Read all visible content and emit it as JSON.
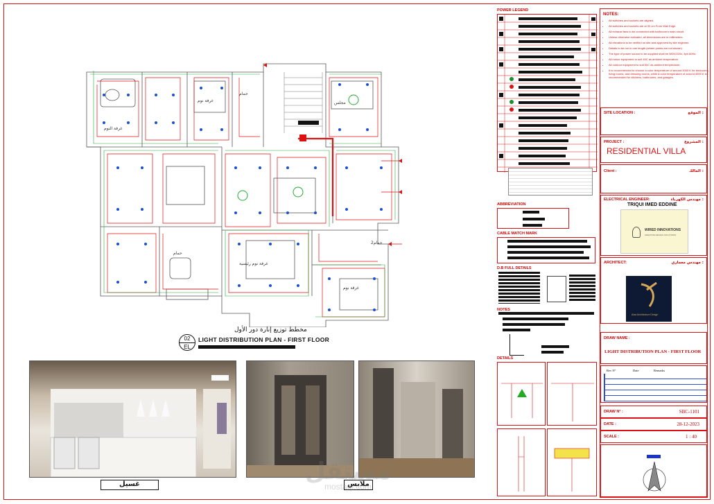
{
  "plan": {
    "title_ar": "مخطط توزيع إنارة دور الأول",
    "sheet_no": "02",
    "sheet_code": "EL",
    "title_en": "LIGHT DISTRIBUTION PLAN - FIRST FLOOR",
    "room_labels": [
      "غرفة النوم",
      "غرفة نوم",
      "حمام",
      "مجلس",
      "غرفة نوم رئيسية",
      "حمام",
      "غرفة نوم",
      "حمام2"
    ]
  },
  "photos": {
    "laundry_caption": "غسيل",
    "dressing_caption": "ملابس"
  },
  "legend": {
    "power_legend": "POWER LEGEND",
    "abbreviation": "ABBREVIATION",
    "cable_match_mark": "CABLE MATCH MARK",
    "db_full_details": "D.B FULL DETAILS",
    "notes": "NOTES",
    "details": "DETAILS"
  },
  "titleblock": {
    "notes_title": "NOTES:",
    "notes": [
      "All switches and sockets are aligned.",
      "All switches and sockets are at 30 cm From Wall Edge.",
      "All exhaust fans to be connected with bathroom's main circuit.",
      "Unless otherwise indicated, all dimensions are in millimeters.",
      "All elevations to be verified on site and approved by site engineer.",
      "Details to be run in one length (where points are not shown).",
      "The type of power source to be supplied shall be 380V/220v, 3ph 60Hz.",
      "All indoor equipment to suit 40C as ambient temperature.",
      "All outdoor equipment to suit 50C as ambient temperature.",
      "It is recommended to choose a color temperature of around 3000 K for bedrooms, living rooms, and dressing rooms, while a color temperature of around 4000 K is recommended for kitchens, bathrooms, and garages."
    ],
    "site_location": "SITE LOCATION :",
    "site_location_ar": "الموقع :",
    "project_label": "PROJECT :",
    "project_ar": "المشروع :",
    "project_name": "RESIDENTIAL VILLA",
    "client_label": "Client :",
    "client_ar": "المالك :",
    "electrical_engineer": "ELECTRICAL ENGINEER:",
    "electrical_engineer_ar": "مهندس الكهرباء :",
    "engineer_name": "TRIQUI IMED EDDINE",
    "engineer_logo_text": "WIRED INNOVATIONS",
    "engineer_logo_sub": "CREATIVE DESIGN SOLUTIONS",
    "architect": "ARCHITECT:",
    "architect_ar": "مهندس معماري :",
    "architect_logo_text": "Alaa Architecture Design",
    "draw_name_label": "DRAW NAME :",
    "draw_name": "LIGHT DISTRIBUTION PLAN - FIRST FLOOR",
    "rev_headers": [
      "Rev N°",
      "Date",
      "Remarks"
    ],
    "draw_no_label": "DRAW N° :",
    "draw_no": "SBC-1101",
    "date_label": "DATE :",
    "date": "28-12-2023",
    "scale_label": "SCALE :",
    "scale": "1 : 40"
  },
  "watermark": {
    "text": "مستقل",
    "sub": "mostaql.com"
  },
  "colors": {
    "frame": "#dd1111",
    "lighting": "#22aa33",
    "power": "#dd1111",
    "fixtures": "#1a4fd1"
  }
}
